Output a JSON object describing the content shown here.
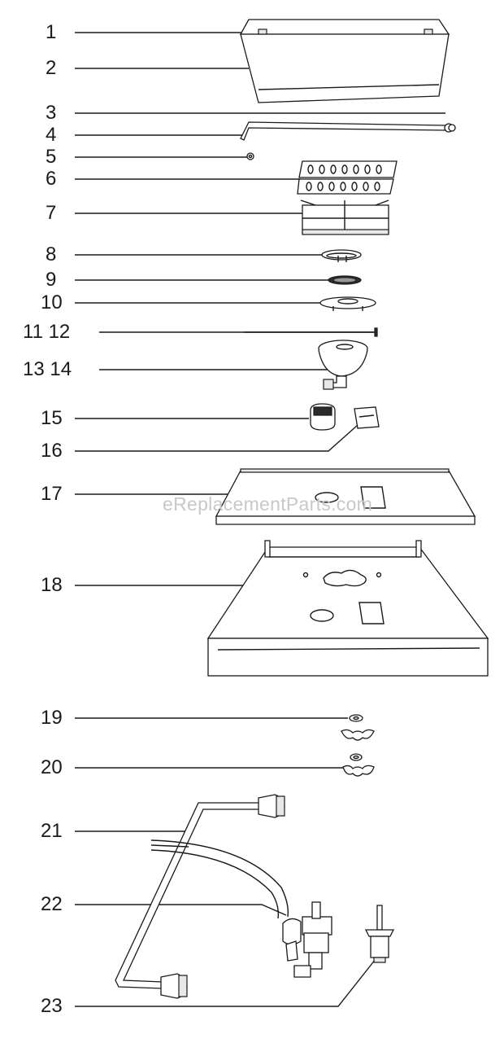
{
  "labels": {
    "l1": "1",
    "l2": "2",
    "l3": "3",
    "l4": "4",
    "l5": "5",
    "l6": "6",
    "l7": "7",
    "l8": "8",
    "l9": "9",
    "l10": "10",
    "l11_12": "11 12",
    "l13_14": "13 14",
    "l15": "15",
    "l16": "16",
    "l17": "17",
    "l18": "18",
    "l19": "19",
    "l20": "20",
    "l21": "21",
    "l22": "22",
    "l23": "23"
  },
  "watermark": "eReplacementParts.com"
}
